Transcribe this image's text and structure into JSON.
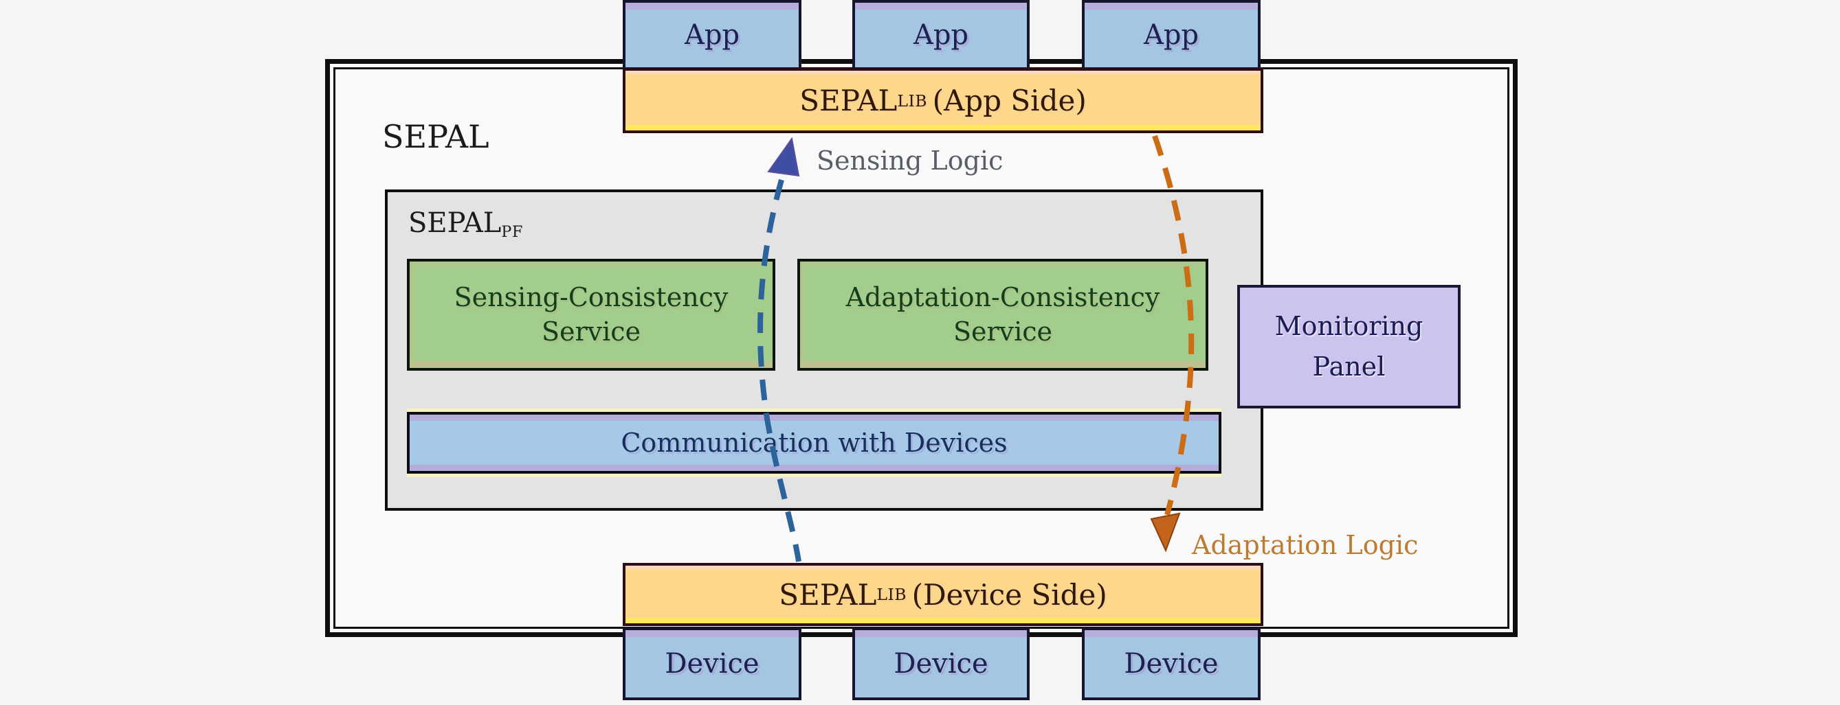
{
  "diagram": {
    "outer_label": "SEPAL",
    "platform_label": {
      "base": "SEPAL",
      "sub": "PF"
    },
    "app_nodes": [
      "App",
      "App",
      "App"
    ],
    "device_nodes": [
      "Device",
      "Device",
      "Device"
    ],
    "app_side_bar": {
      "base": "SEPAL",
      "sub": "LIB",
      "rest": "(App Side)"
    },
    "device_side_bar": {
      "base": "SEPAL",
      "sub": "LIB",
      "rest": "(Device Side)"
    },
    "sensing_service": "Sensing-Consistency Service",
    "adaptation_service": "Adaptation-Consistency Service",
    "communication_bar": "Communication with Devices",
    "monitoring_panel": "Monitoring Panel",
    "flows": {
      "sensing": {
        "label": "Sensing Logic",
        "color": "#2d639b",
        "arrow_color": "#3f4da3",
        "direction": "up"
      },
      "adaptation": {
        "label": "Adaptation Logic",
        "color": "#cc6c15",
        "arrow_color": "#c4641c",
        "direction": "down"
      }
    },
    "colors": {
      "app_device_fill": "#a5c6e2",
      "library_bar_fill": "#fcd78c",
      "service_fill": "#a3cd8d",
      "platform_fill": "#e3e3e4",
      "panel_fill": "#ccc4ef",
      "outer_fill": "#f9f9fa",
      "page_background": "#f5f5f6"
    }
  }
}
